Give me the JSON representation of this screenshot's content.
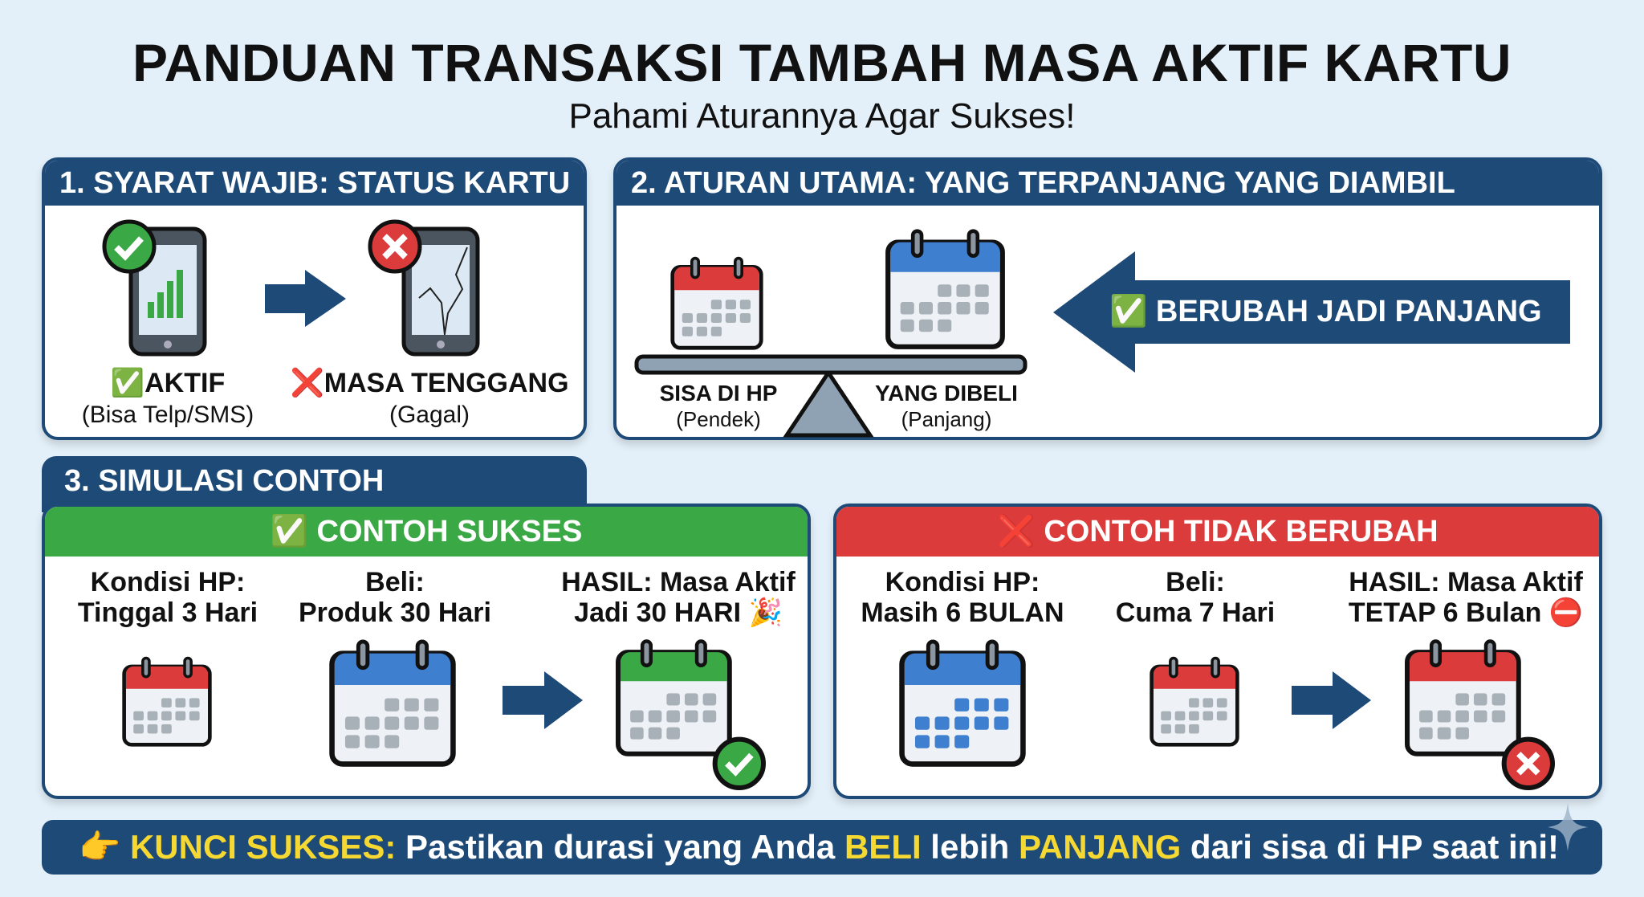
{
  "header": {
    "title": "PANDUAN TRANSAKSI TAMBAH MASA AKTIF KARTU",
    "subtitle": "Pahami Aturannya Agar Sukses!"
  },
  "section1": {
    "title": "1. SYARAT WAJIB: STATUS KARTU",
    "active_label": "AKTIF",
    "active_sub": "(Bisa Telp/SMS)",
    "grace_label": "MASA TENGGANG",
    "grace_sub": "(Gagal)",
    "icons": [
      "phone-check-icon",
      "arrow-right-icon",
      "phone-cracked-x-icon"
    ]
  },
  "section2": {
    "title": "2. ATURAN UTAMA: YANG TERPANJANG YANG DIAMBIL",
    "left_label": "SISA DI HP",
    "left_sub": "(Pendek)",
    "right_label": "YANG DIBELI",
    "right_sub": "(Panjang)",
    "arrow_text": "BERUBAH JADI PANJANG"
  },
  "section3": {
    "title": "3. SIMULASI CONTOH",
    "success": {
      "title": "CONTOH SUKSES",
      "col1": [
        "Kondisi HP:",
        "Tinggal 3 Hari"
      ],
      "col2": [
        "Beli:",
        "Produk 30 Hari"
      ],
      "col3": [
        "HASIL: Masa Aktif",
        "Jadi 30 HARI 🎉"
      ]
    },
    "fail": {
      "title": "CONTOH TIDAK BERUBAH",
      "col1": [
        "Kondisi HP:",
        "Masih 6 BULAN"
      ],
      "col2": [
        "Beli:",
        "Cuma 7 Hari"
      ],
      "col3": [
        "HASIL: Masa Aktif",
        "TETAP 6 Bulan ⛔"
      ]
    }
  },
  "footer": {
    "pointer": "👉",
    "key": "KUNCI SUKSES:",
    "t1": " Pastikan durasi yang Anda ",
    "beli": "BELI",
    "t2": " lebih ",
    "panjang": "PANJANG",
    "t3": " dari sisa di HP saat ini!"
  },
  "colors": {
    "navy": "#1e4a78",
    "green": "#3aa845",
    "red": "#dc3b3b",
    "blue": "#3f7fd0",
    "yellow": "#f6d832"
  }
}
